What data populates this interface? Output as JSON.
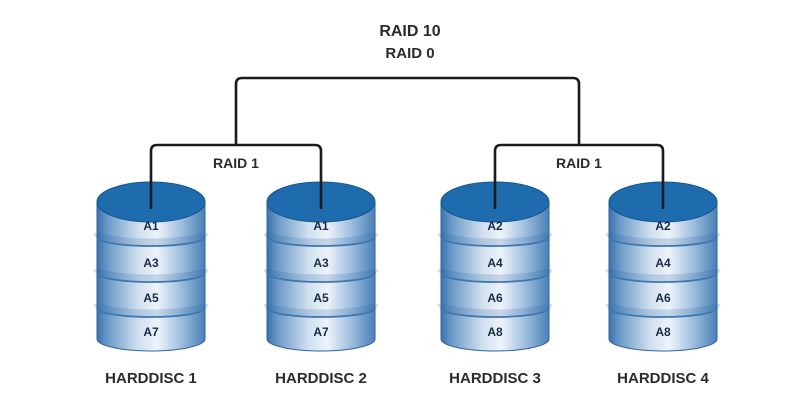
{
  "diagram": {
    "title": "RAID 10",
    "subtitle": "RAID 0",
    "groups": [
      {
        "label": "RAID 1",
        "disks": [
          {
            "name": "HARDDISC 1",
            "segments": [
              "A1",
              "A3",
              "A5",
              "A7"
            ]
          },
          {
            "name": "HARDDISC 2",
            "segments": [
              "A1",
              "A3",
              "A5",
              "A7"
            ]
          }
        ]
      },
      {
        "label": "RAID 1",
        "disks": [
          {
            "name": "HARDDISC 3",
            "segments": [
              "A2",
              "A4",
              "A6",
              "A8"
            ]
          },
          {
            "name": "HARDDISC 4",
            "segments": [
              "A2",
              "A4",
              "A6",
              "A8"
            ]
          }
        ]
      }
    ],
    "colors": {
      "background": "#ffffff",
      "connector": "#1b1b1b",
      "heading_text": "#2b2b2b",
      "segment_text": "#1a2b45",
      "disk_top": "#1e6bad",
      "disk_top_stroke": "#14568d",
      "disk_outline": "#2e649f",
      "separator_line": "#3f76ae",
      "cylinder_gradient": [
        "#3b72ad",
        "#6b9ac8",
        "#cfdfef",
        "#eef3fa",
        "#9dbede",
        "#4a7fb6"
      ]
    }
  }
}
